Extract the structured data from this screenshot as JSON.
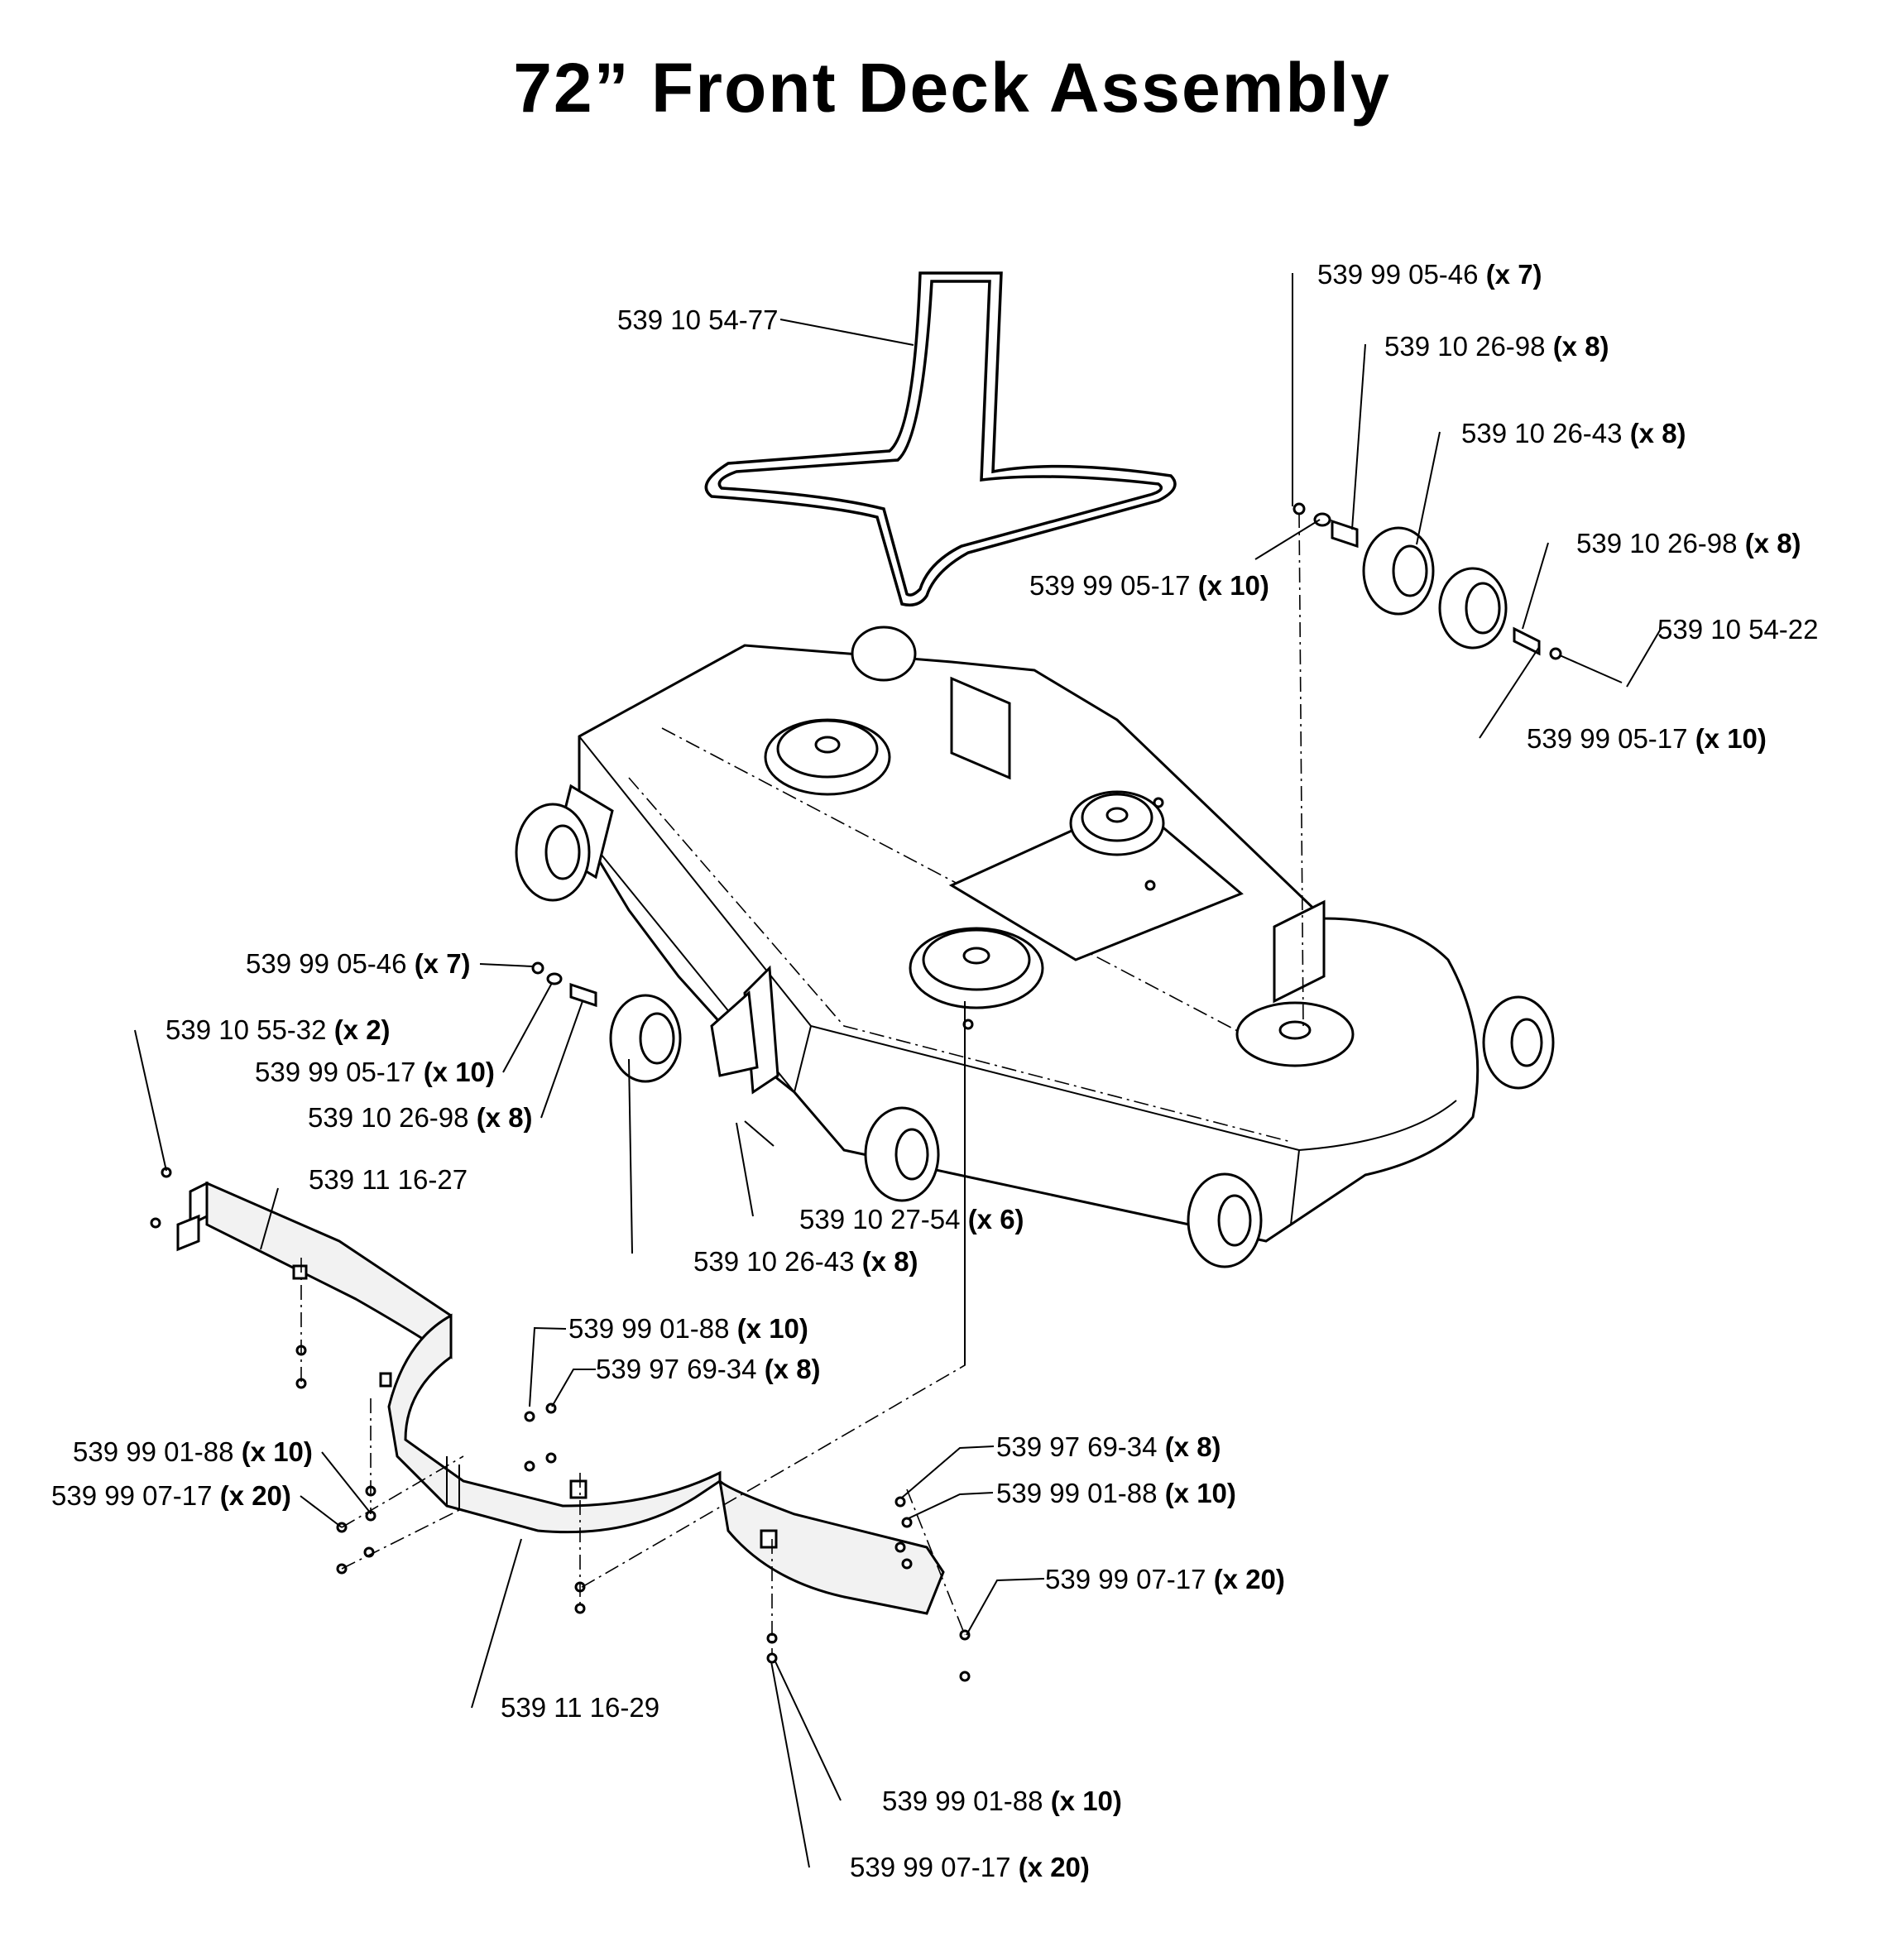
{
  "title": "72” Front Deck Assembly",
  "callouts": [
    {
      "id": "belt",
      "part": "539 10 54-77",
      "qty": ""
    },
    {
      "id": "bolt-tr",
      "part": "539 99 05-46",
      "qty": "(x 7)"
    },
    {
      "id": "spacer-tr1",
      "part": "539 10 26-98",
      "qty": "(x 8)"
    },
    {
      "id": "wheel-tr",
      "part": "539 10 26-43",
      "qty": "(x 8)"
    },
    {
      "id": "washer-tr1",
      "part": "539 99 05-17",
      "qty": "(x 10)"
    },
    {
      "id": "spacer-tr2",
      "part": "539 10 26-98",
      "qty": "(x 8)"
    },
    {
      "id": "axle-tr",
      "part": "539 10 54-22",
      "qty": ""
    },
    {
      "id": "washer-tr2",
      "part": "539 99 05-17",
      "qty": "(x 10)"
    },
    {
      "id": "bolt-ml",
      "part": "539 99 05-46",
      "qty": "(x 7)"
    },
    {
      "id": "screw-ml",
      "part": "539 10 55-32",
      "qty": "(x 2)"
    },
    {
      "id": "washer-ml",
      "part": "539 99 05-17",
      "qty": "(x 10)"
    },
    {
      "id": "spacer-ml",
      "part": "539 10 26-98",
      "qty": "(x 8)"
    },
    {
      "id": "shield-left",
      "part": "539 11 16-27",
      "qty": ""
    },
    {
      "id": "pin-mc",
      "part": "539 10 27-54",
      "qty": "(x 6)"
    },
    {
      "id": "wheel-mc",
      "part": "539 10 26-43",
      "qty": "(x 8)"
    },
    {
      "id": "nut-c1",
      "part": "539 99 01-88",
      "qty": "(x 10)"
    },
    {
      "id": "bolt-c1",
      "part": "539 97 69-34",
      "qty": "(x 8)"
    },
    {
      "id": "nut-l",
      "part": "539 99 01-88",
      "qty": "(x 10)"
    },
    {
      "id": "washer-l",
      "part": "539 99 07-17",
      "qty": "(x 20)"
    },
    {
      "id": "bolt-r",
      "part": "539 97 69-34",
      "qty": "(x 8)"
    },
    {
      "id": "nut-r",
      "part": "539 99 01-88",
      "qty": "(x 10)"
    },
    {
      "id": "washer-r",
      "part": "539 99 07-17",
      "qty": "(x 20)"
    },
    {
      "id": "shield-center",
      "part": "539 11 16-29",
      "qty": ""
    },
    {
      "id": "nut-b",
      "part": "539 99 01-88",
      "qty": "(x 10)"
    },
    {
      "id": "washer-b",
      "part": "539 99 07-17",
      "qty": "(x 20)"
    }
  ]
}
